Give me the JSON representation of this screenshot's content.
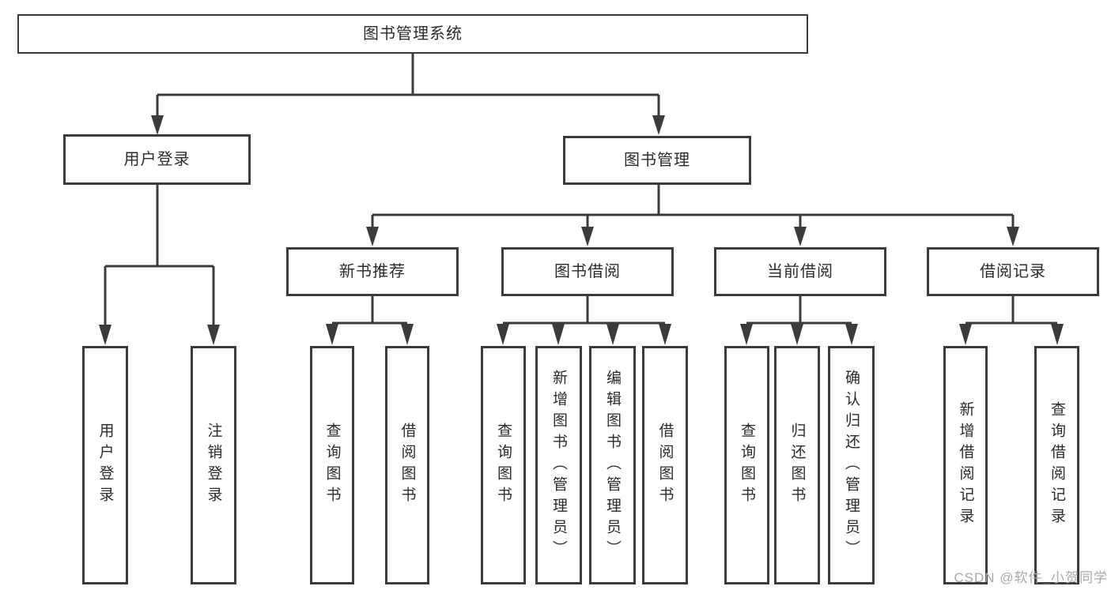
{
  "tree": {
    "root": {
      "label": "图书管理系统"
    },
    "level2": [
      {
        "label": "用户登录"
      },
      {
        "label": "图书管理"
      }
    ],
    "level3": [
      {
        "label": "新书推荐"
      },
      {
        "label": "图书借阅"
      },
      {
        "label": "当前借阅"
      },
      {
        "label": "借阅记录"
      }
    ],
    "leaves": {
      "user_login": [
        "用户登录",
        "注销登录"
      ],
      "new_book": [
        "查询图书",
        "借阅图书"
      ],
      "book_borrow": [
        "查询图书",
        "新增图书（管理员）",
        "编辑图书（管理员）",
        "借阅图书"
      ],
      "current_borrow": [
        "查询图书",
        "归还图书",
        "确认归还（管理员）"
      ],
      "borrow_record": [
        "新增借阅记录",
        "查询借阅记录"
      ]
    }
  },
  "watermark": {
    "text": "CSDN @软件_小贺同学"
  },
  "colors": {
    "line": "#3b3b3b",
    "text": "#2b2b2b",
    "watermark": "#a8a8a8",
    "page-bg": "#ffffff",
    "box-bg": "#ffffff"
  }
}
